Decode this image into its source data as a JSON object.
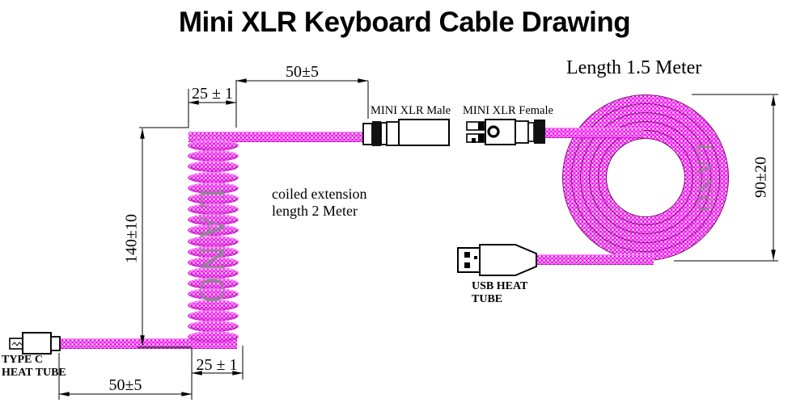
{
  "title": "Mini XLR Keyboard Cable Drawing",
  "watermark": "LANO",
  "colors": {
    "cable": "#ea00ea",
    "cable_dot": "#ff86ff",
    "watermark": "#8a8a8a",
    "line": "#000000"
  },
  "left_diagram": {
    "dim_top_small": "25 ± 1",
    "dim_top_long": "50±5",
    "dim_height": "140±10",
    "dim_bottom_small": "25 ± 1",
    "dim_bottom_long": "50±5",
    "note_line1": "coiled extension",
    "note_line2": "length 2 Meter",
    "male_label": "MINI XLR Male",
    "typec_label_line1": "TYPE C",
    "typec_label_line2": "HEAT TUBE"
  },
  "right_diagram": {
    "title": "Length 1.5 Meter",
    "female_label": "MINI XLR Female",
    "usb_label_line1": "USB HEAT",
    "usb_label_line2": "TUBE",
    "dim_height": "90±20"
  }
}
